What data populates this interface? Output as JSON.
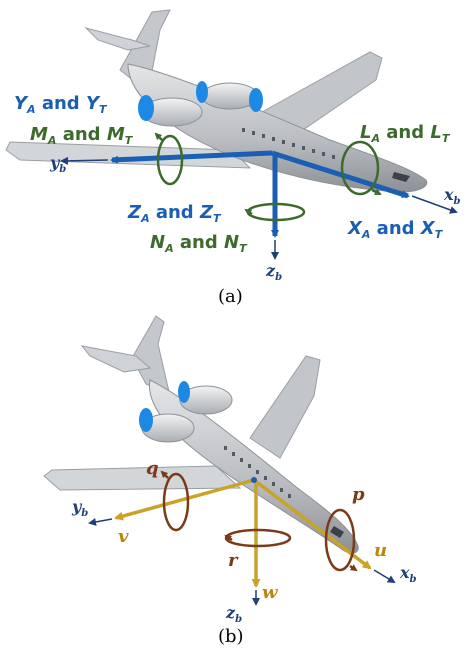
{
  "colors": {
    "fuselage": "#c9ccd0",
    "fuselage_dark": "#8d9196",
    "engine_blue": "#1e88e5",
    "force_blue": "#1a5fb4",
    "axis_blue": "#1f3f77",
    "moment_green": "#3d6b2c",
    "rate_brown": "#7a3b16",
    "vel_gold": "#c9a227",
    "vel_text": "#b8860b"
  },
  "panel_a": {
    "caption": "(a)",
    "yb": "y",
    "yb_sub": "b",
    "xb": "x",
    "xb_sub": "b",
    "zb": "z",
    "zb_sub": "b",
    "Y": {
      "a": "Y",
      "a_sub": "A",
      "and": " and ",
      "b": "Y",
      "b_sub": "T"
    },
    "M": {
      "a": "M",
      "a_sub": "A",
      "and": " and ",
      "b": "M",
      "b_sub": "T"
    },
    "L": {
      "a": "L",
      "a_sub": "A",
      "and": " and ",
      "b": "L",
      "b_sub": "T"
    },
    "Z": {
      "a": "Z",
      "a_sub": "A",
      "and": " and ",
      "b": "Z",
      "b_sub": "T"
    },
    "N": {
      "a": "N",
      "a_sub": "A",
      "and": " and ",
      "b": "N",
      "b_sub": "T"
    },
    "X": {
      "a": "X",
      "a_sub": "A",
      "and": " and ",
      "b": "X",
      "b_sub": "T"
    }
  },
  "panel_b": {
    "caption": "(b)",
    "yb": "y",
    "yb_sub": "b",
    "xb": "x",
    "xb_sub": "b",
    "zb": "z",
    "zb_sub": "b",
    "q": "q",
    "p": "p",
    "r": "r",
    "u": "u",
    "v": "v",
    "w": "w"
  }
}
